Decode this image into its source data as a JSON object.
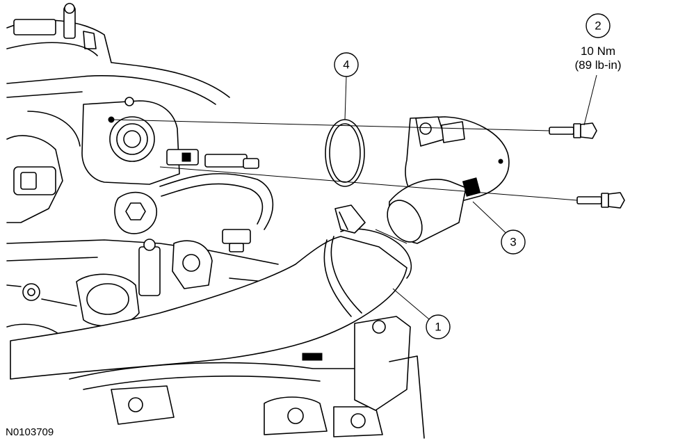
{
  "figure_id": "N0103709",
  "callouts": [
    {
      "number": "1"
    },
    {
      "number": "2",
      "torque_lines": [
        "10 Nm",
        "(89 lb-in)"
      ]
    },
    {
      "number": "3"
    },
    {
      "number": "4"
    }
  ]
}
